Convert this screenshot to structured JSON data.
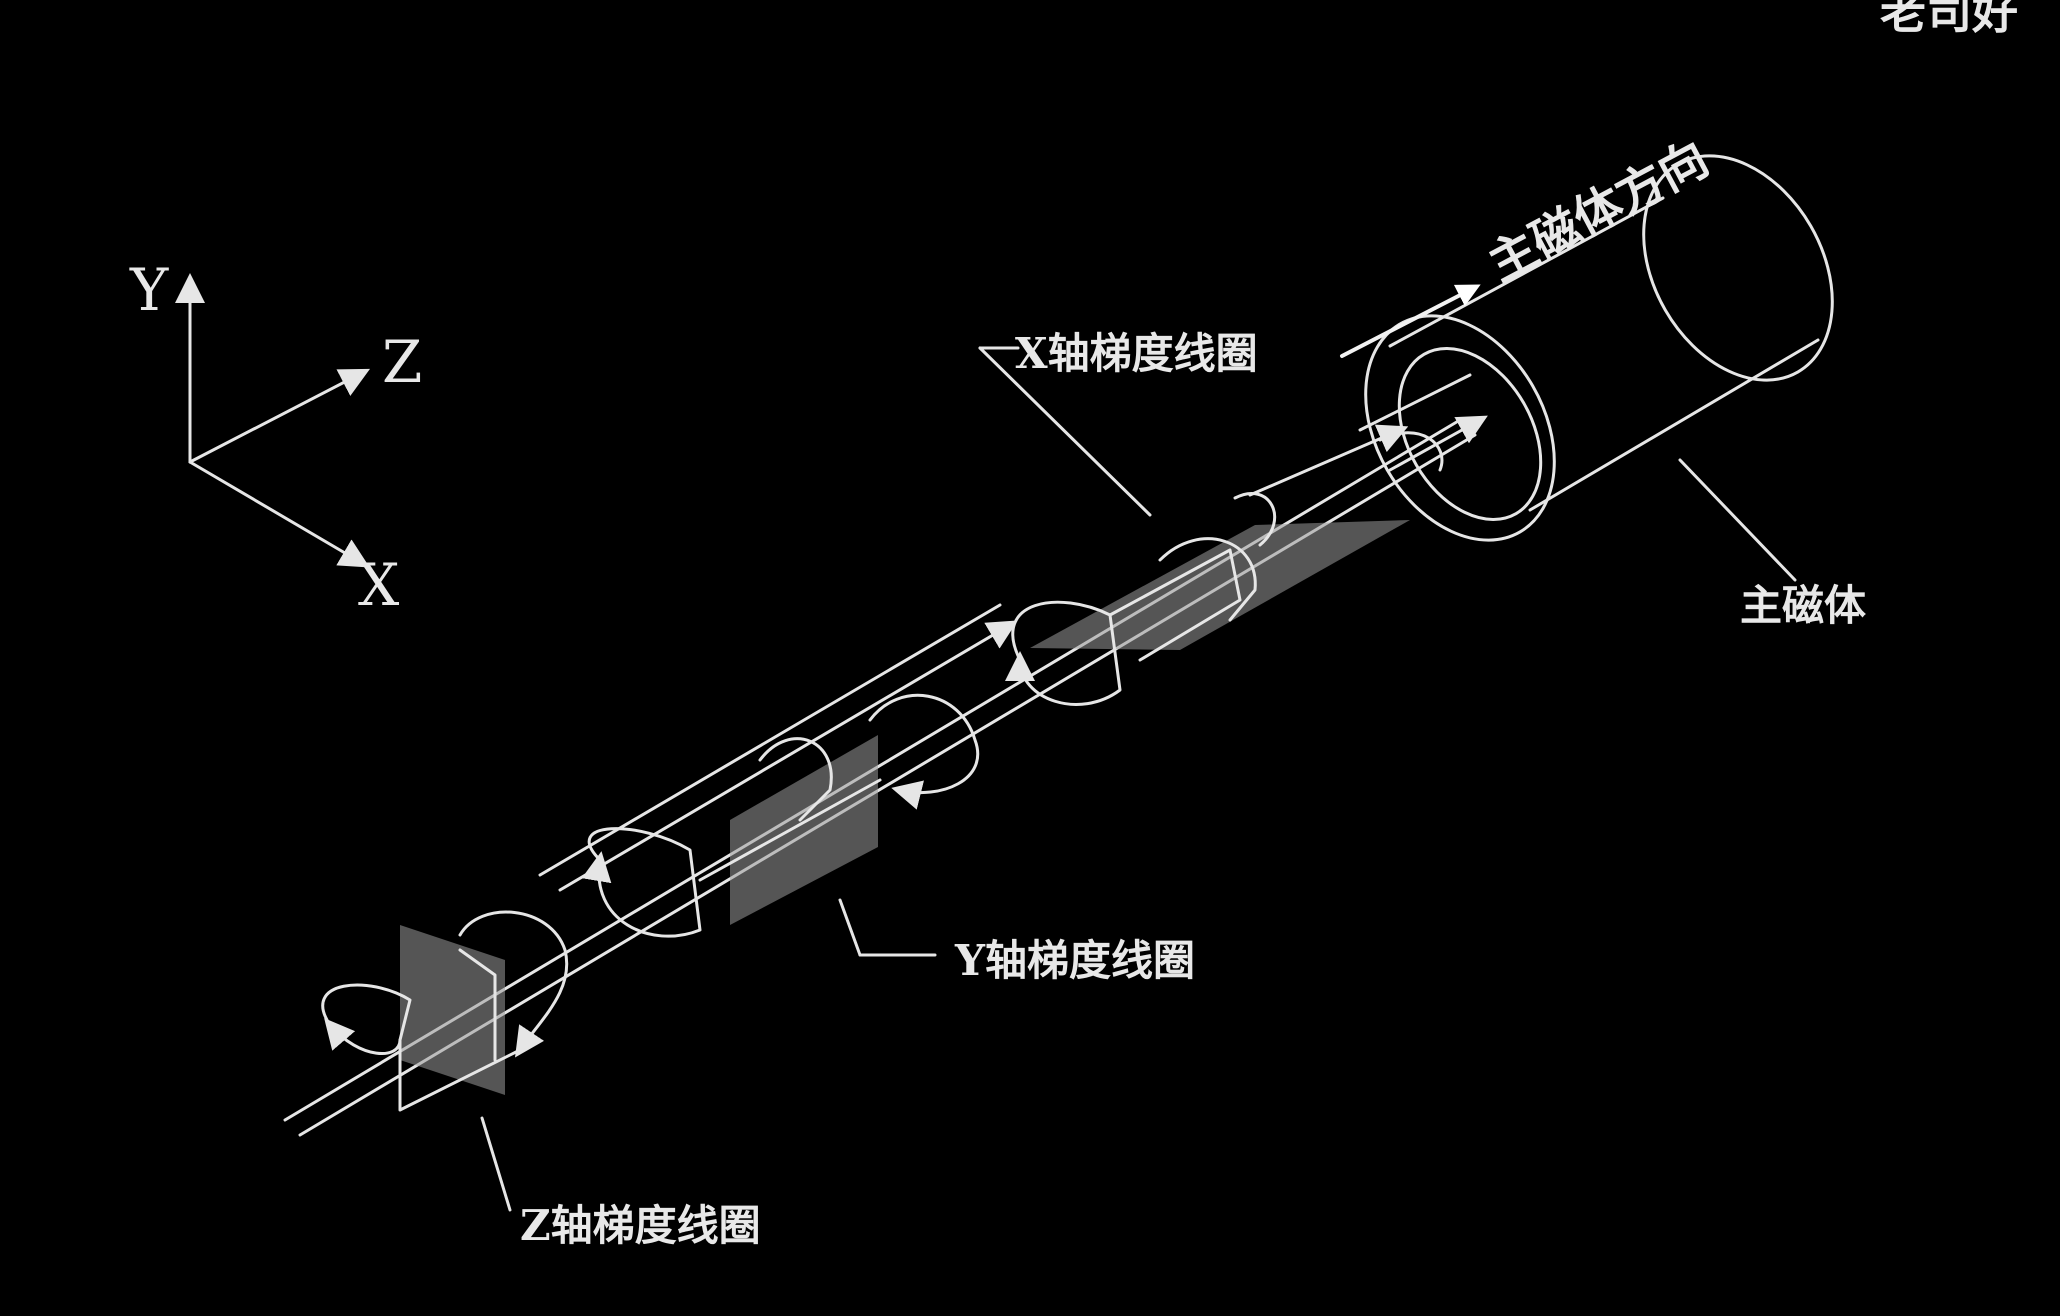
{
  "watermark": "老司好",
  "axes": {
    "y_label": "Y",
    "z_label": "Z",
    "x_label": "X"
  },
  "labels": {
    "main_magnet_direction": "主磁体方向",
    "x_coil": "X轴梯度线圈",
    "main_magnet": "主磁体",
    "y_coil": "Y轴梯度线圈",
    "z_coil": "Z轴梯度线圈"
  },
  "colors": {
    "background": "#000000",
    "line": "#e6e6e6",
    "plane": "#9a9a9a"
  }
}
